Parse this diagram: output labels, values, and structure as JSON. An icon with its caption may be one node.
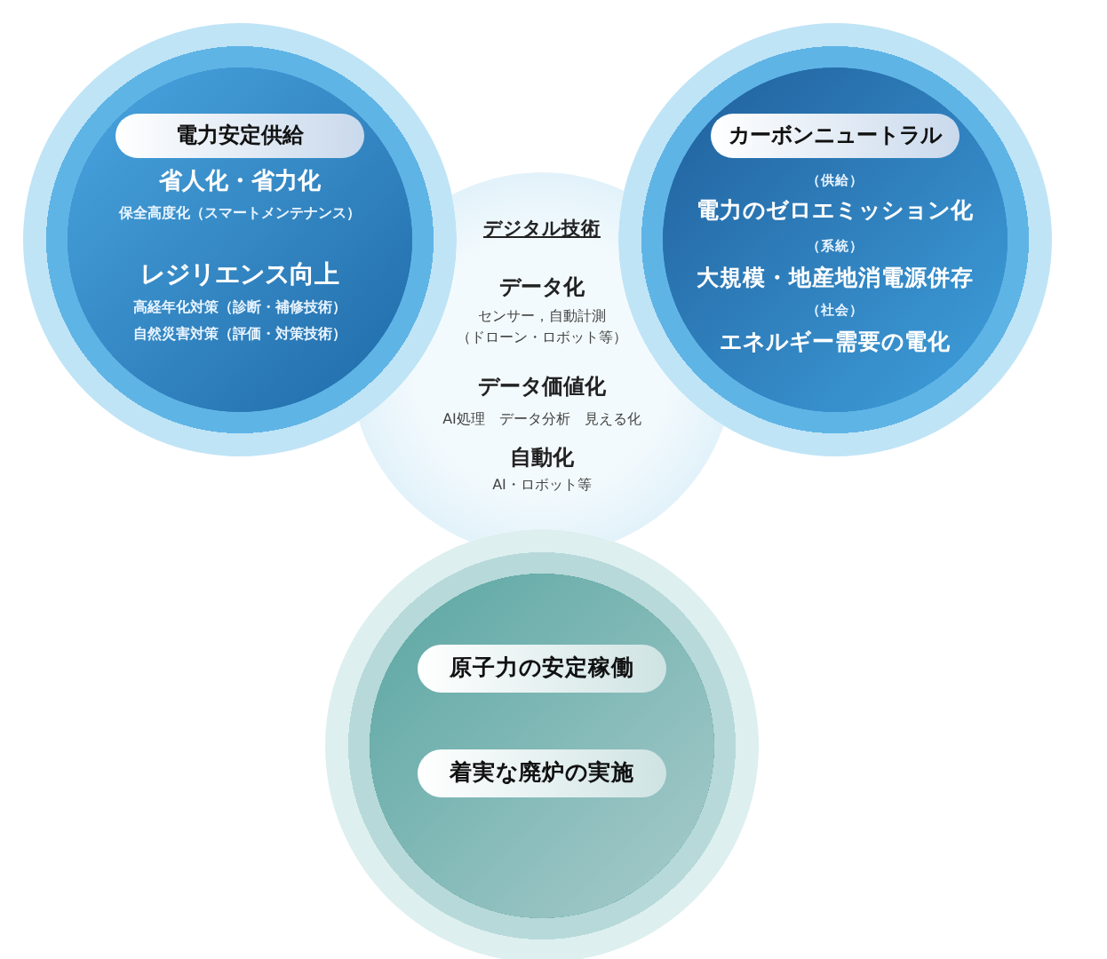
{
  "diagram": {
    "nodes": [
      {
        "text": [
          "省人化・省力化",
          "保全高度化（スマートメンテナンス）",
          "レジリエンス向上",
          "高経年化対策（診断・補修技術）",
          "自然災害対策（評価・対策技術）"
        ]
      },
      {
        "text": [
          "電力安定供給"
        ],
        "in": 0
      },
      {
        "text": [
          "（供給）",
          "電力のゼロエミッション化",
          "（系統）",
          "大規模・地産地消電源併存",
          "（社会）",
          "エネルギー需要の電化"
        ]
      },
      {
        "text": [
          "カーボンニュートラル"
        ],
        "in": 2
      },
      {
        "text": [
          "デジタル技術",
          "データ化",
          "センサー，自動計測",
          "（ドローン・ロボット等）",
          "データ価値化",
          "AI処理　データ分析　見える化",
          "自動化",
          "AI・ロボット等"
        ]
      },
      {
        "text": [],
        "shape": "circle"
      },
      {
        "text": [
          "原子力の安定稼働"
        ],
        "in": 5
      },
      {
        "text": [
          "着実な廃炉の実施"
        ],
        "in": 5
      }
    ]
  }
}
